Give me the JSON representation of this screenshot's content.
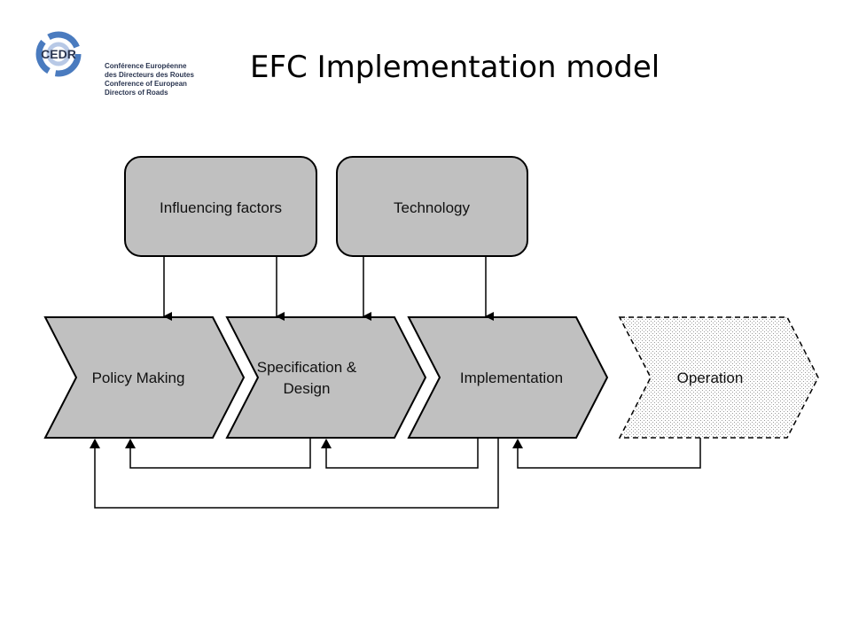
{
  "header": {
    "title": "EFC Implementation model",
    "logo": {
      "mark": "CEDR",
      "lines": [
        "Conférence Européenne",
        "des Directeurs des Routes",
        "Conference of European",
        "Directors of Roads"
      ]
    }
  },
  "diagram": {
    "inputs": [
      {
        "id": "influencing",
        "label": "Influencing factors"
      },
      {
        "id": "technology",
        "label": "Technology"
      }
    ],
    "stages": [
      {
        "id": "policy",
        "label_lines": [
          "Policy Making"
        ]
      },
      {
        "id": "spec",
        "label_lines": [
          "Specification &",
          "Design"
        ]
      },
      {
        "id": "impl",
        "label_lines": [
          "Implementation"
        ]
      },
      {
        "id": "operation",
        "label_lines": [
          "Operation"
        ],
        "dashed": true
      }
    ]
  },
  "colors": {
    "box_fill": "#c0c0c0",
    "stage_fill": "#c0c0c0",
    "operation_fill": "#ececec",
    "stroke": "#000000",
    "logo_blue": "#4a7bbf"
  }
}
